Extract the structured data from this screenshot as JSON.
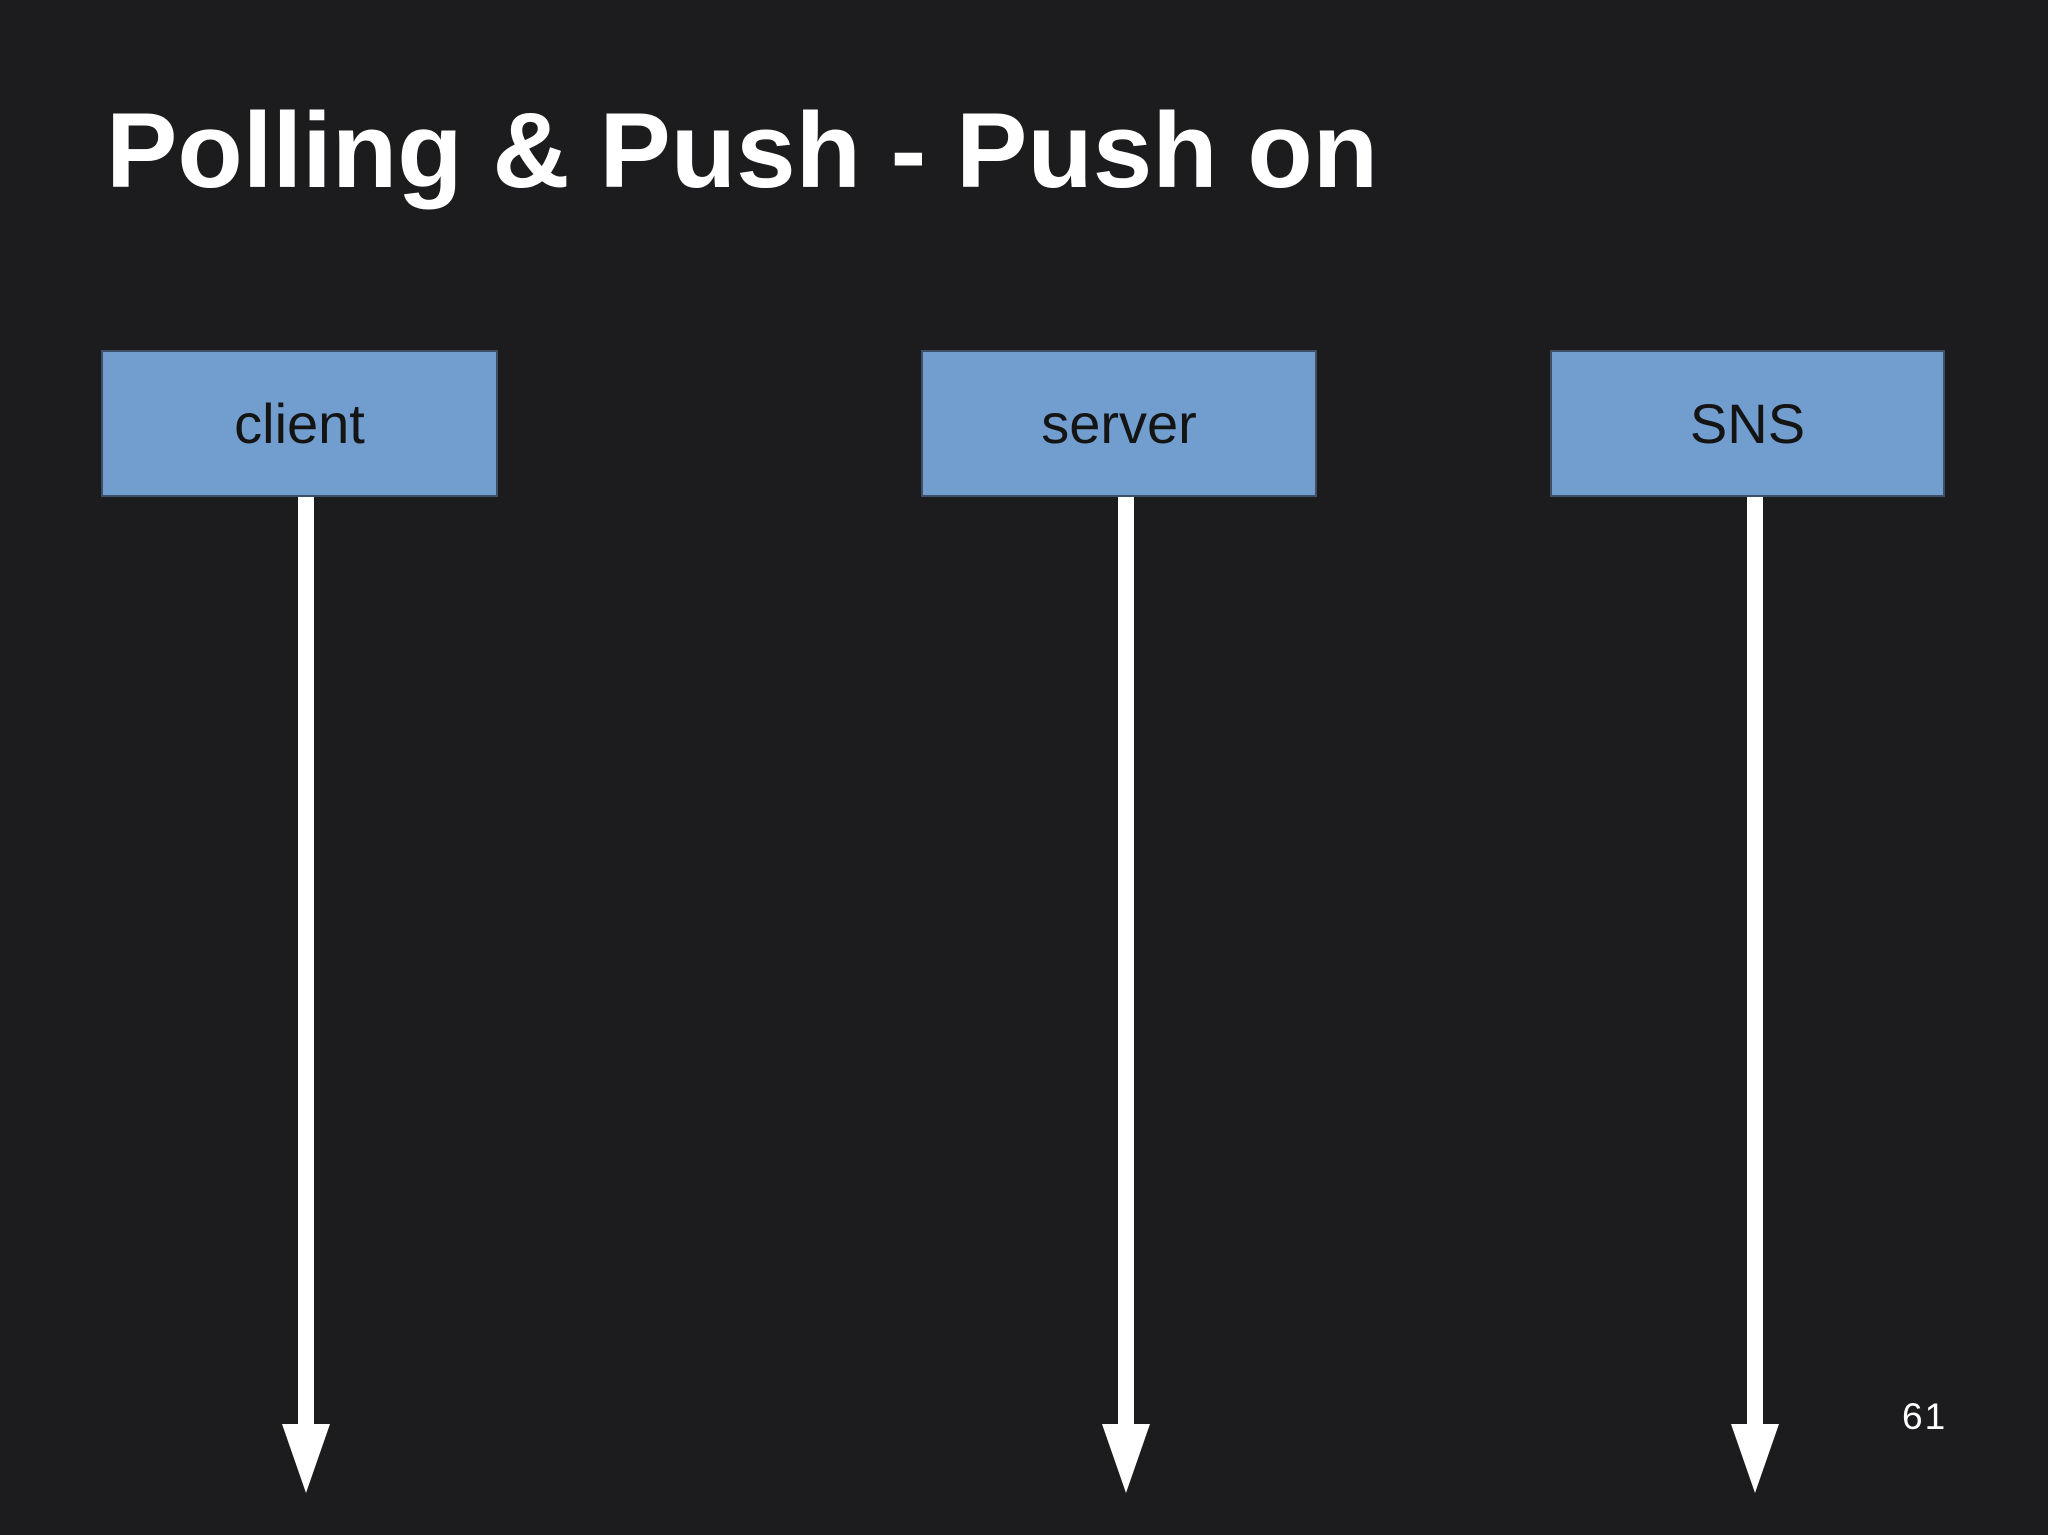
{
  "slide": {
    "title": "Polling & Push - Push on",
    "page_number": "61",
    "colors": {
      "background": "#1c1c1e",
      "actor_fill": "#719ece",
      "actor_border": "#3d5068",
      "lifeline": "#ffffff",
      "title_text": "#ffffff",
      "actor_text": "#141414"
    }
  },
  "actors": [
    {
      "label": "client"
    },
    {
      "label": "server"
    },
    {
      "label": "SNS"
    }
  ]
}
